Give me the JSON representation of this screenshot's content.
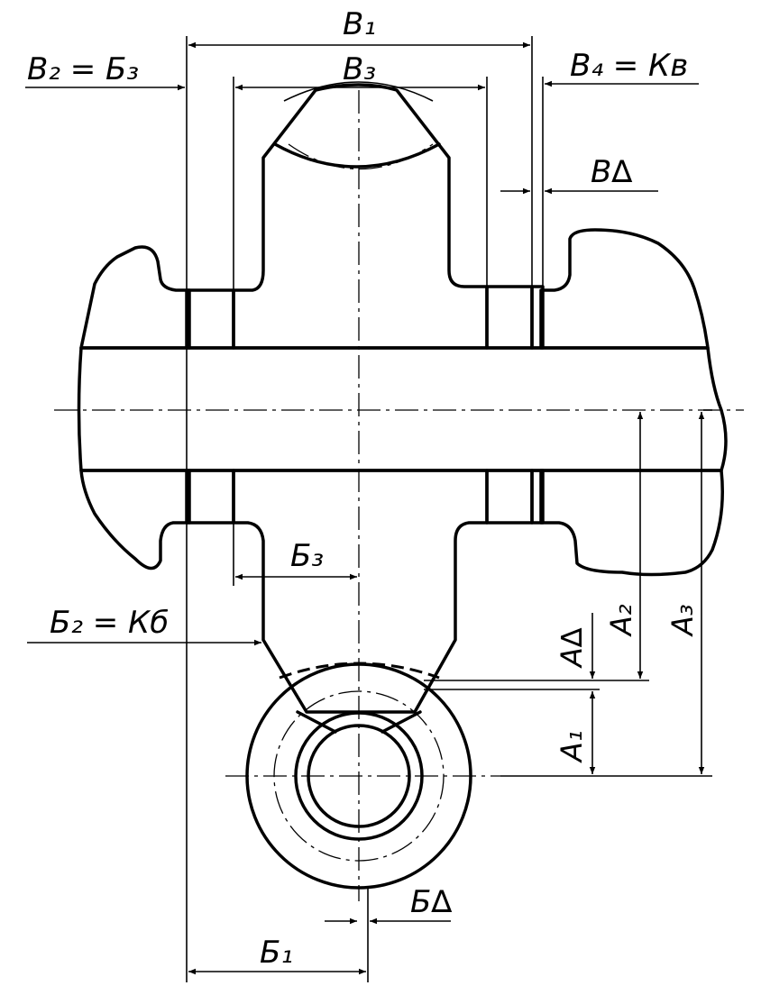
{
  "drawing": {
    "labels": {
      "b1": "В₁",
      "b2_b3": "В₂ = Б₃",
      "b3": "В₃",
      "b4_kb": "В₄ = Кв",
      "b_delta": "В∆",
      "bb3": "Б₃",
      "bb2_kb": "Б₂ = Кб",
      "bb_delta": "Б∆",
      "bb1": "Б₁",
      "a_delta": "А∆",
      "a1": "А₁",
      "a2": "А₂",
      "a3": "А₃"
    }
  }
}
